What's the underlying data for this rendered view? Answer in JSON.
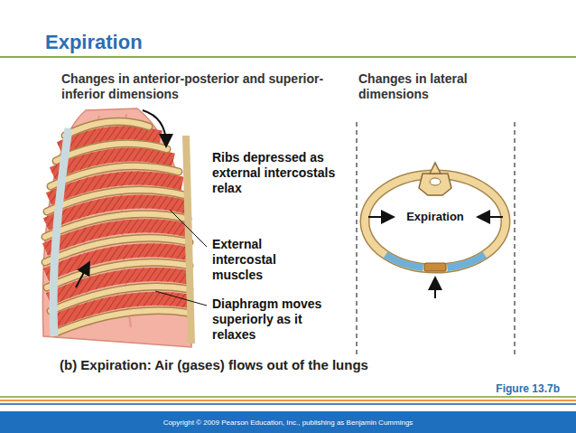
{
  "diagram": {
    "title": "Expiration",
    "caption": "(b) Expiration: Air (gases) flows out of the lungs",
    "labels": [
      "Changes in anterior-posterior and superior-inferior dimensions",
      "Changes in lateral dimensions",
      "Ribs depressed as external intercostals relax",
      "External intercostal muscles",
      "Diaphragm moves superiorly as it relaxes",
      "Expiration",
      "Figure 13.7b",
      "Copyright © 2009 Pearson Education, Inc., publishing as Benjamin Cummings"
    ]
  }
}
